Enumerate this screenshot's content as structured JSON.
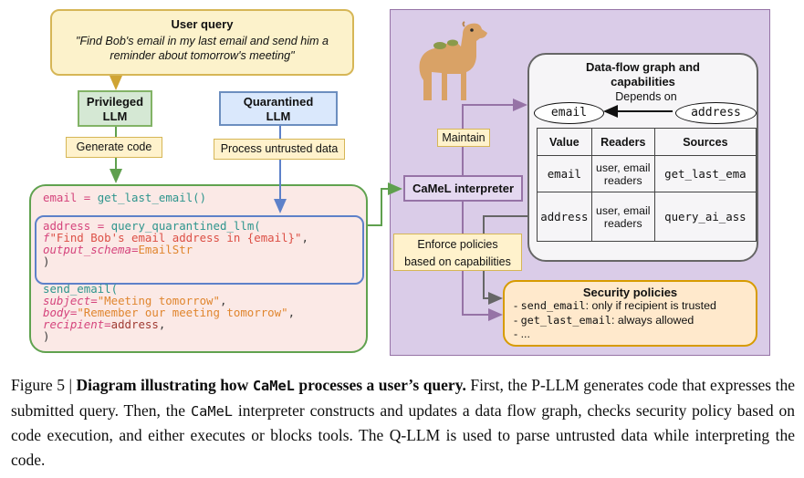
{
  "figure": {
    "user_query": {
      "title": "User query",
      "quote_line1": "\"Find Bob's email in my last email and send him a",
      "quote_line2": "reminder about tomorrow's meeting\""
    },
    "p_llm": {
      "line1": "Privileged",
      "line2": "LLM"
    },
    "q_llm": {
      "line1": "Quarantined",
      "line2": "LLM"
    },
    "labels": {
      "generate_code": "Generate code",
      "process_untrusted": "Process untrusted data",
      "maintain": "Maintain",
      "enforce_line1": "Enforce policies",
      "enforce_line2": "based on capabilities"
    },
    "interpreter": {
      "label": "CaMeL interpreter"
    },
    "dataflow": {
      "title_line1": "Data-flow graph and",
      "title_line2": "capabilities",
      "depends_on": "Depends on",
      "node_email": "email",
      "node_address": "address",
      "table": {
        "headers": [
          "Value",
          "Readers",
          "Sources"
        ],
        "rows": [
          {
            "value": "email",
            "readers": "user, email readers",
            "sources": "get_last_ema"
          },
          {
            "value": "address",
            "readers": "user, email readers",
            "sources": "query_ai_ass"
          }
        ]
      }
    },
    "security": {
      "title": "Security policies",
      "policies": [
        {
          "pre": "- ",
          "code": "send_email",
          "rest": ": only if recipient is trusted"
        },
        {
          "pre": "- ",
          "code": "get_last_email",
          "rest": ": always allowed"
        },
        {
          "pre": "- ",
          "code": "",
          "rest": "..."
        }
      ]
    },
    "code": {
      "block_a": [
        [
          [
            "v",
            "email"
          ],
          [
            "pl",
            " "
          ],
          [
            "op",
            "="
          ],
          [
            "pl",
            " "
          ],
          [
            "fn",
            "get_last_email()"
          ]
        ]
      ],
      "block_b": [
        [
          [
            "v",
            "address"
          ],
          [
            "pl",
            " "
          ],
          [
            "op",
            "="
          ],
          [
            "pl",
            " "
          ],
          [
            "fn",
            "query_quarantined_llm("
          ]
        ],
        [
          [
            "kw",
            "f"
          ],
          [
            "fstr",
            "\"Find Bob's email address in {email}\""
          ],
          [
            "pl",
            ","
          ]
        ],
        [
          [
            "kw",
            "output_schema"
          ],
          [
            "op",
            "="
          ],
          [
            "str",
            "EmailStr"
          ]
        ],
        [
          [
            "pl",
            ")"
          ]
        ]
      ],
      "block_c": [
        [
          [
            "fn",
            "send_email("
          ]
        ],
        [
          [
            "kw",
            "subject"
          ],
          [
            "op",
            "="
          ],
          [
            "str",
            "\"Meeting tomorrow\""
          ],
          [
            "pl",
            ","
          ]
        ],
        [
          [
            "kw",
            "body"
          ],
          [
            "op",
            "="
          ],
          [
            "str",
            "\"Remember our meeting tomorrow\""
          ],
          [
            "pl",
            ","
          ]
        ],
        [
          [
            "kw",
            "recipient"
          ],
          [
            "op",
            "="
          ],
          [
            "ref",
            "address"
          ],
          [
            "pl",
            ","
          ]
        ],
        [
          [
            "pl",
            ")"
          ]
        ]
      ]
    },
    "icons": {
      "camel": "camel-emoji-illustration"
    },
    "colors": {
      "yellow_fill": "#FFF2CC",
      "yellow_border": "#D6B656",
      "gold_arrow": "#CFA433",
      "green_fill": "#D5E8D4",
      "green_border": "#82B366",
      "green_arrow": "#5FA04E",
      "blue_fill": "#DAE8FC",
      "blue_border": "#6C8EBF",
      "code_bg": "#FBE9E6",
      "code_border": "#60A24F",
      "inner_blue_border": "#5D81C9",
      "panel_bg": "#DACCE8",
      "panel_border": "#9673A6",
      "dataflow_bg": "#F6F5F7",
      "dataflow_border": "#666666",
      "security_bg": "#FFE9CC",
      "security_border": "#D79B00"
    }
  },
  "caption": {
    "prefix": "Figure 5 | ",
    "bold_1": "Diagram illustrating how ",
    "bold_mono": "CaMeL",
    "bold_2": " processes a user’s query.",
    "rest_1": " First, the P-LLM generates code that expresses the submitted query. Then, the ",
    "mono_2": "CaMeL",
    "rest_2": " interpreter constructs and updates a data flow graph, checks security policy based on code execution, and either executes or blocks tools. The Q-LLM is used to parse untrusted data while interpreting the code."
  }
}
